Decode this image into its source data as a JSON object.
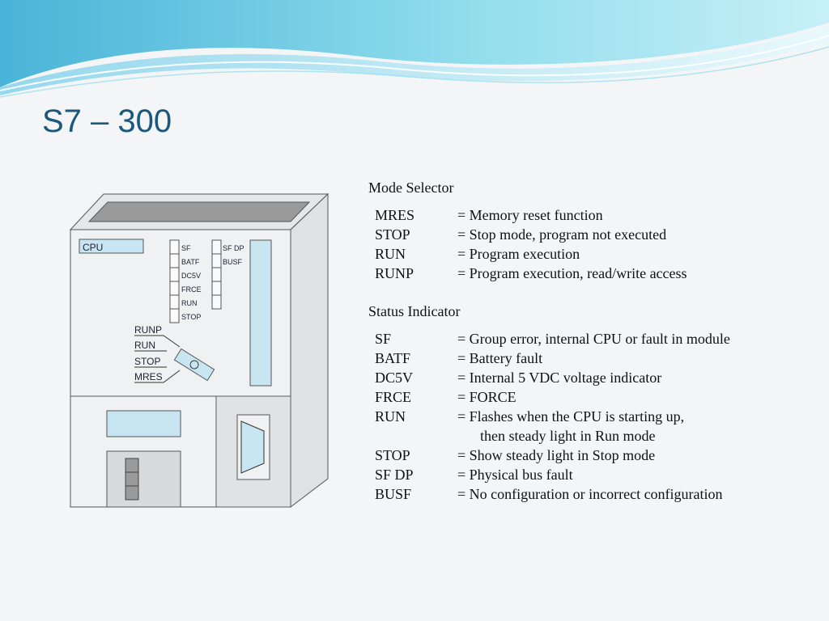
{
  "title": "S7 – 300",
  "colors": {
    "title": "#1b587c",
    "accent": "#5bc3dd",
    "background": "#f4f5f7"
  },
  "diagram": {
    "cpu_label": "CPU",
    "leds_left": [
      "SF",
      "BATF",
      "DC5V",
      "FRCE",
      "RUN",
      "STOP"
    ],
    "leds_right": [
      "SF DP",
      "BUSF"
    ],
    "mode_labels": [
      "RUNP",
      "RUN",
      "STOP",
      "MRES"
    ]
  },
  "mode_selector": {
    "heading": "Mode Selector",
    "rows": [
      {
        "key": "MRES",
        "value": "= Memory reset function"
      },
      {
        "key": "STOP",
        "value": "= Stop mode, program not executed"
      },
      {
        "key": "RUN",
        "value": "= Program execution"
      },
      {
        "key": "RUNP",
        "value": "= Program execution, read/write access"
      }
    ]
  },
  "status_indicator": {
    "heading": "Status Indicator",
    "rows": [
      {
        "key": "SF",
        "value": "= Group error, internal CPU or fault in module"
      },
      {
        "key": "BATF",
        "value": "= Battery fault"
      },
      {
        "key": "DC5V",
        "value": "= Internal 5 VDC voltage indicator"
      },
      {
        "key": "FRCE",
        "value": "= FORCE"
      },
      {
        "key": "RUN",
        "value": "= Flashes when the CPU is starting up,"
      },
      {
        "key": "",
        "value": "then steady light in Run mode"
      },
      {
        "key": "STOP",
        "value": "= Show steady light in Stop mode"
      },
      {
        "key": "SF DP",
        "value": "= Physical bus fault"
      },
      {
        "key": "BUSF",
        "value": "= No configuration or incorrect configuration"
      }
    ]
  }
}
